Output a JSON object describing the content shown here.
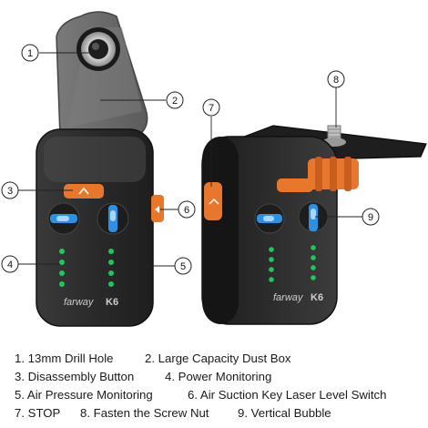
{
  "colors": {
    "body": "#2b2b2b",
    "body_dark": "#1c1c1c",
    "cover": "#6d6d6d",
    "accent_orange": "#e8772e",
    "bubble_blue": "#2f8fe0",
    "led_green": "#22c55e"
  },
  "brand": {
    "logo_text": "farway",
    "model_text": "K6"
  },
  "callouts": [
    {
      "num": "1"
    },
    {
      "num": "2"
    },
    {
      "num": "3"
    },
    {
      "num": "4"
    },
    {
      "num": "5"
    },
    {
      "num": "6"
    },
    {
      "num": "7"
    },
    {
      "num": "8"
    },
    {
      "num": "9"
    }
  ],
  "legend": [
    [
      "1. 13mm Drill Hole",
      "2. Large Capacity Dust Box"
    ],
    [
      "3. Disassembly Button",
      "4. Power Monitoring"
    ],
    [
      "5. Air Pressure Monitoring",
      "6. Air Suction Key Laser Level Switch"
    ],
    [
      "7. STOP",
      "8. Fasten the Screw Nut",
      "9. Vertical Bubble"
    ]
  ]
}
